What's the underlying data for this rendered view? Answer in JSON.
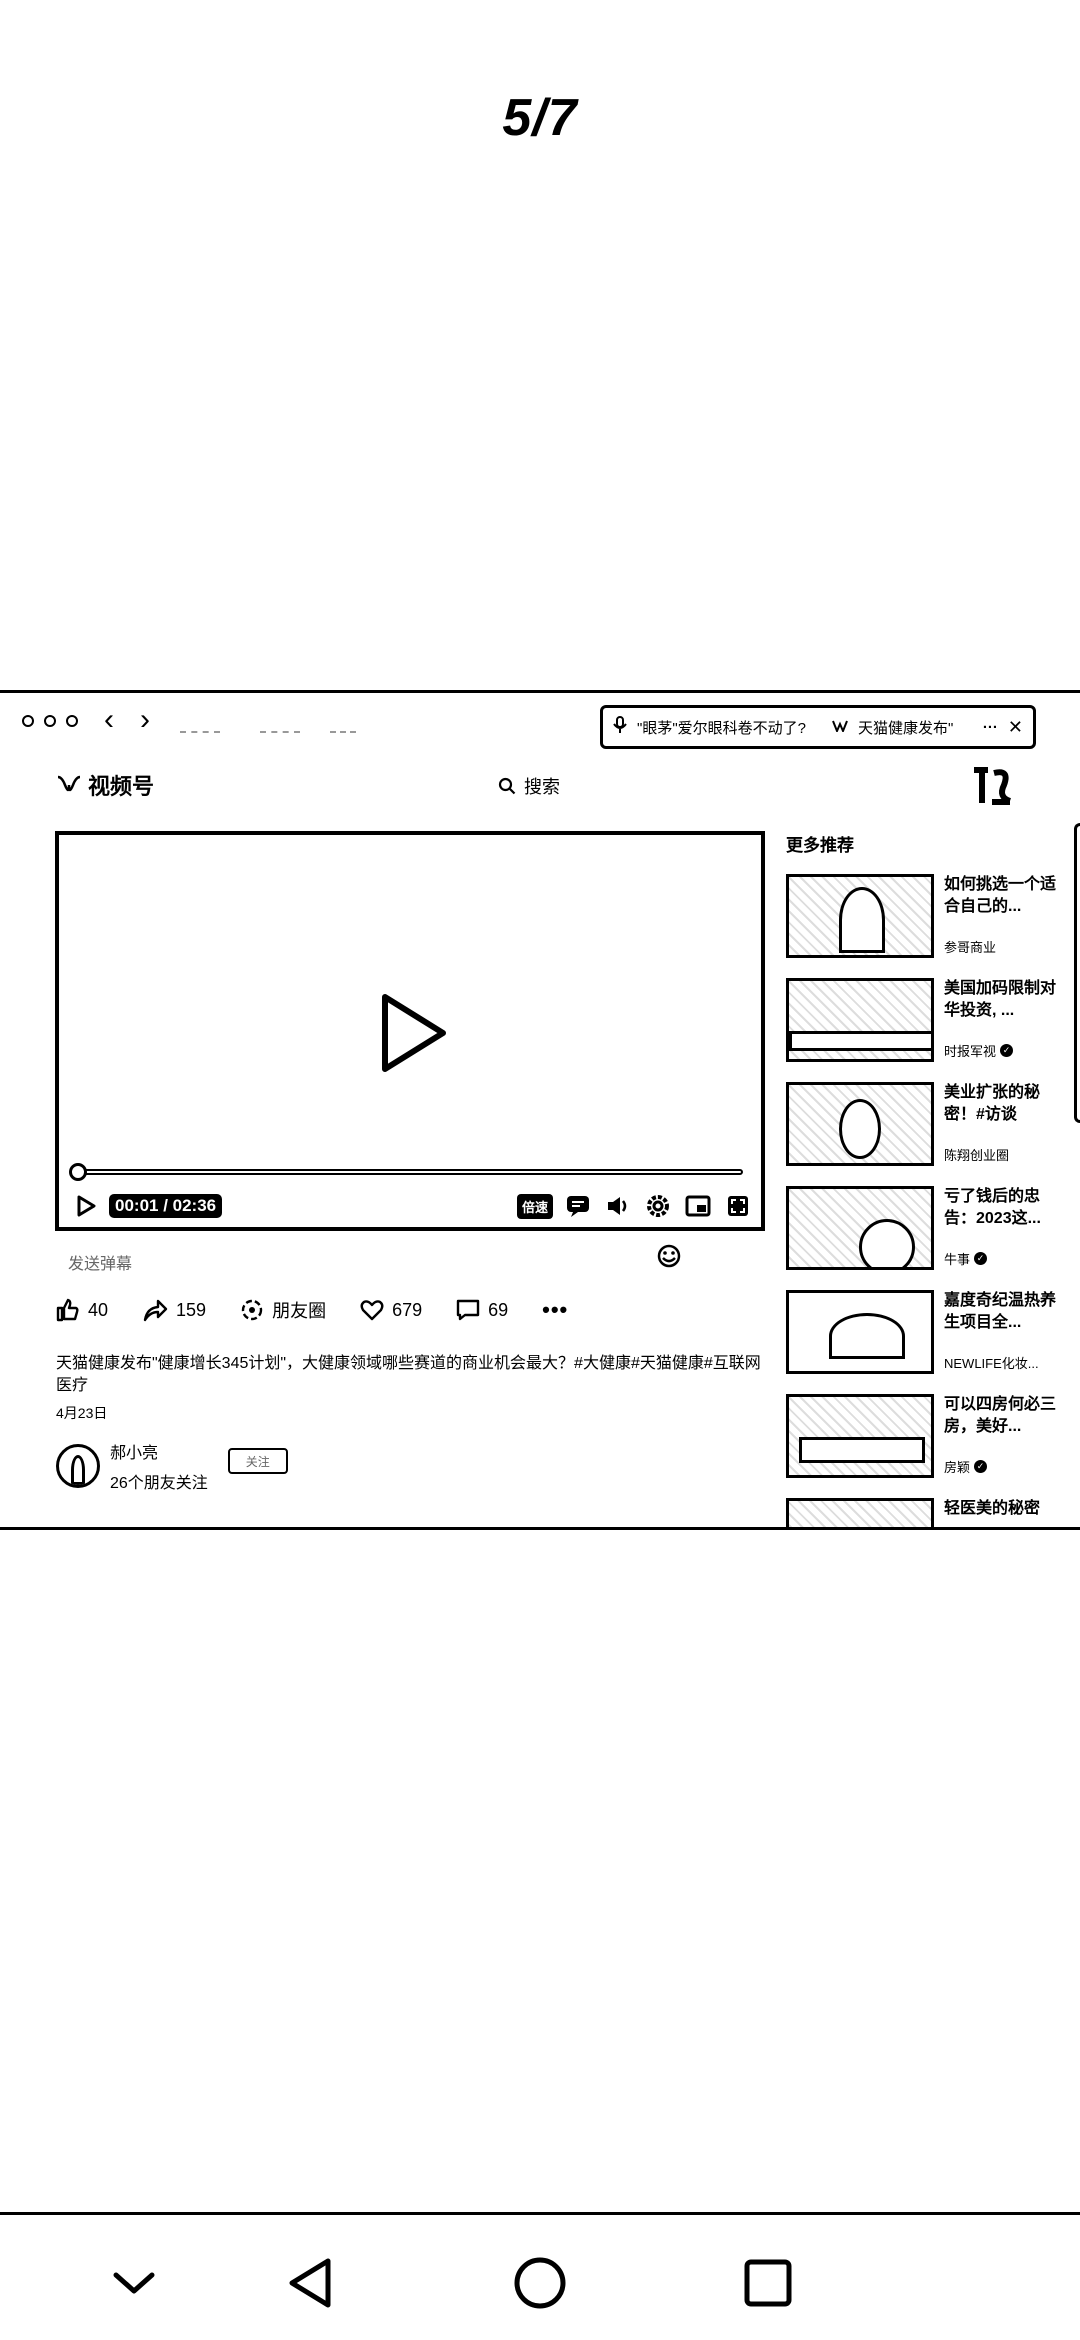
{
  "gallery": {
    "counter": "5/7"
  },
  "browser": {
    "tabs": [
      {
        "label": "\"眼茅\"爱尔眼科卷不动了?"
      },
      {
        "label": "天猫健康发布\""
      }
    ]
  },
  "site": {
    "name": "视频号",
    "search_label": "搜索"
  },
  "player": {
    "time": "00:01 / 02:36",
    "speed_label": "倍速",
    "progress_fraction": 0.0
  },
  "comment": {
    "danmaku_placeholder": "发送弹幕"
  },
  "actions": {
    "like_count": "40",
    "share_count": "159",
    "moments_label": "朋友圈",
    "favorite_count": "679",
    "comment_count": "69"
  },
  "post": {
    "description": "天猫健康发布\"健康增长345计划\"，大健康领域哪些赛道的商业机会最大？#大健康#天猫健康#互联网医疗",
    "date": "4月23日"
  },
  "author": {
    "name": "郝小亮",
    "followers": "26个朋友关注",
    "follow_label": "关注"
  },
  "recommendations": {
    "title": "更多推荐",
    "items": [
      {
        "title": "如何挑选一个适合自己的...",
        "source": "参哥商业",
        "verified": false
      },
      {
        "title": "美国加码限制对华投资, ...",
        "source": "时报军视",
        "verified": true
      },
      {
        "title": "美业扩张的秘密！#访谈",
        "source": "陈翔创业圈",
        "verified": false
      },
      {
        "title": "亏了钱后的忠告：2023这...",
        "source": "牛事",
        "verified": true
      },
      {
        "title": "嘉度奇纪温热养生项目全...",
        "source": "NEWLIFE化妆...",
        "verified": false
      },
      {
        "title": "可以四房何必三房，美好...",
        "source": "房颖",
        "verified": true
      },
      {
        "title": "轻医美的秘密",
        "source": "",
        "verified": false
      }
    ]
  }
}
